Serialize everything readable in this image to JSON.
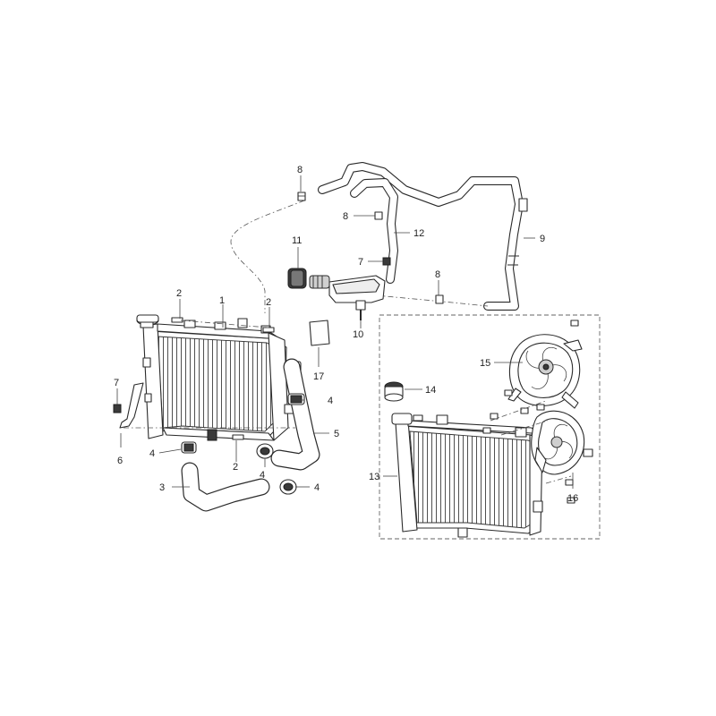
{
  "callouts": {
    "c1": "1",
    "c2a": "2",
    "c2b": "2",
    "c2c": "2",
    "c3": "3",
    "c4a": "4",
    "c4b": "4",
    "c4c": "4",
    "c4d": "4",
    "c5": "5",
    "c6": "6",
    "c7a": "7",
    "c7b": "7",
    "c8a": "8",
    "c8b": "8",
    "c8c": "8",
    "c9": "9",
    "c10": "10",
    "c11": "11",
    "c12": "12",
    "c13": "13",
    "c14": "14",
    "c15": "15",
    "c16": "16",
    "c17": "17"
  }
}
